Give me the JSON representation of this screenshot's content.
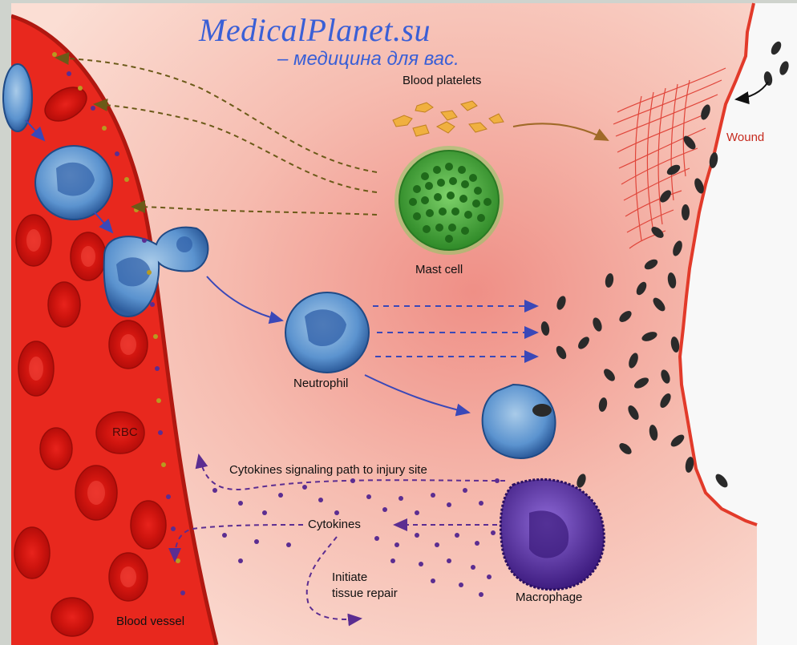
{
  "watermark": {
    "site": "MedicalPlanet.su",
    "tagline": "– медицина для вас."
  },
  "labels": {
    "blood_platelets": "Blood platelets",
    "wound": "Wound",
    "mast_cell": "Mast cell",
    "neutrophil": "Neutrophil",
    "rbc": "RBC",
    "cytokines_signaling": "Cytokines signaling path to injury site",
    "cytokines": "Cytokines",
    "initiate_line1": "Initiate",
    "initiate_line2": "tissue repair",
    "macrophage": "Macrophage",
    "blood_vessel": "Blood vessel"
  },
  "colors": {
    "tissue": "#f4c4b8",
    "vessel": "#e8231c",
    "rbc": "#cc1a14",
    "leukocyte": "#4f86c8",
    "mast_cell": "#4aa53a",
    "macrophage": "#5a2ea0",
    "cytokine": "#5b2d91",
    "platelet": "#f0b040",
    "bacteria": "#2a2a2a",
    "neutrophil_path": "#3a48b8",
    "signal_path": "#6b5a18"
  }
}
